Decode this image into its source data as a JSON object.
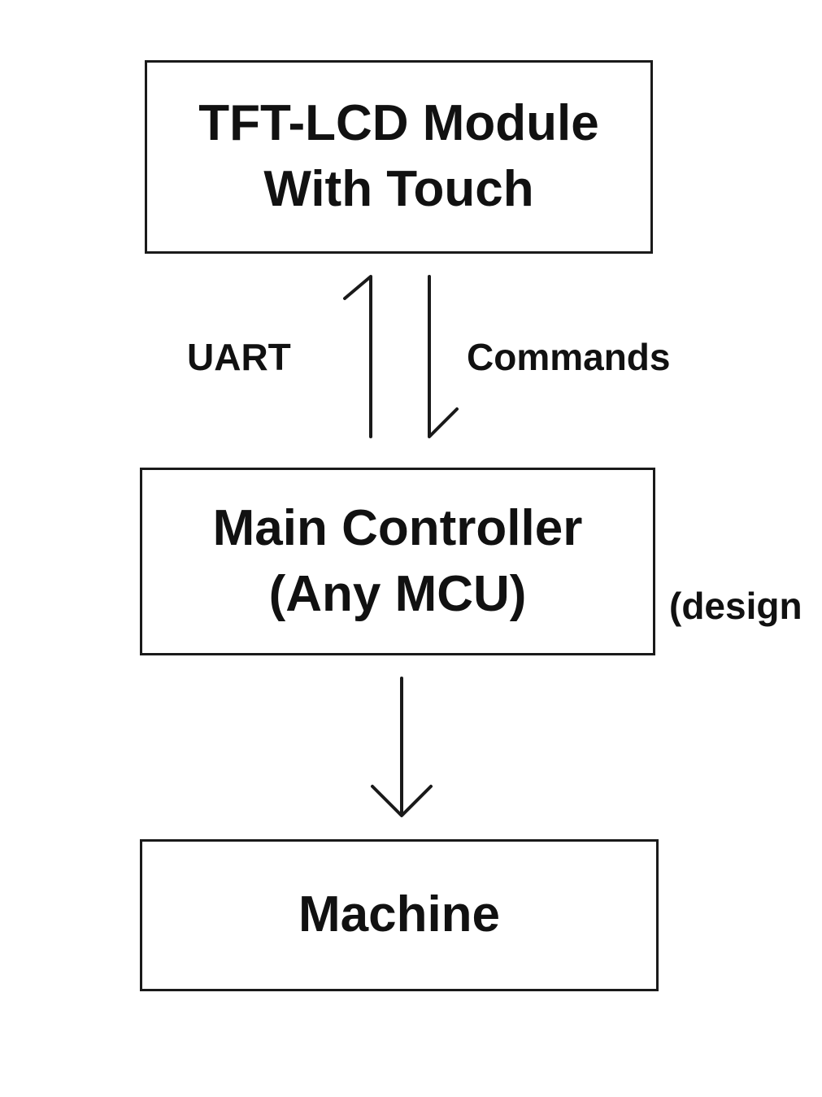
{
  "boxes": {
    "tft": {
      "line1": "TFT-LCD Module",
      "line2": "With Touch"
    },
    "main": {
      "line1": "Main Controller",
      "line2": "(Any MCU)"
    },
    "machine": {
      "line1": "Machine"
    }
  },
  "labels": {
    "uart": "UART",
    "commands": "Commands",
    "design": "(design"
  },
  "colors": {
    "line": "#1a1a1a",
    "background": "#ffffff"
  },
  "icons": {
    "up_arrow": "half-arrow-up-icon",
    "down_arrow": "half-arrow-down-icon",
    "machine_arrow": "arrow-down-icon"
  }
}
